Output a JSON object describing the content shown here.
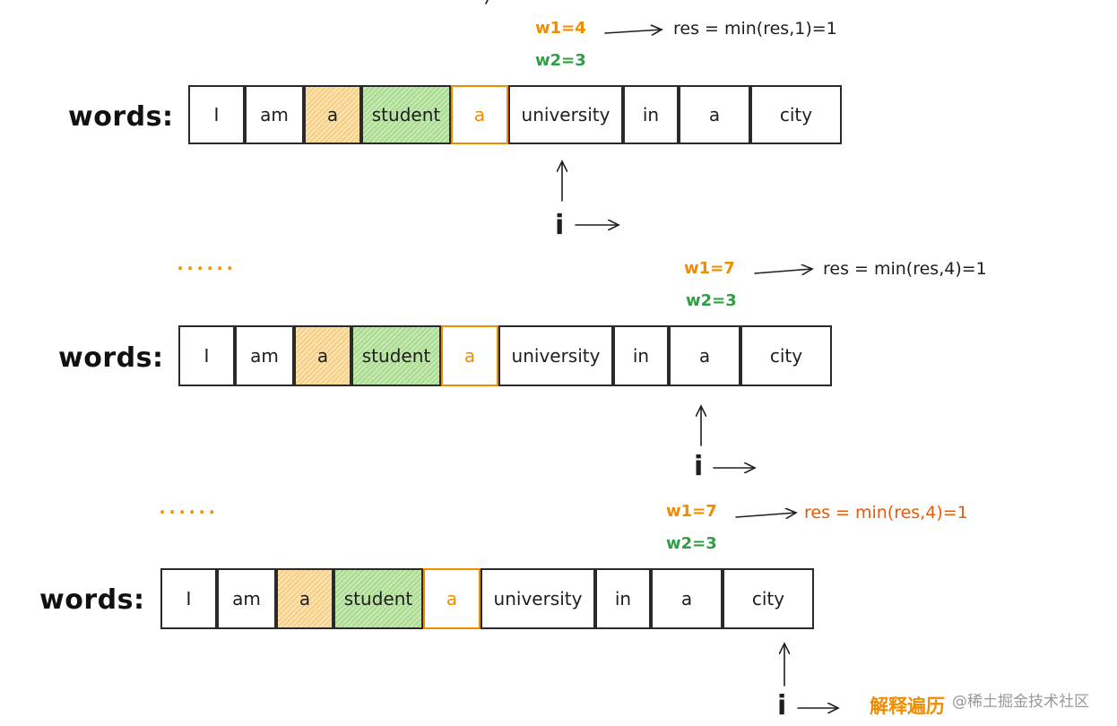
{
  "words_label": "words:",
  "words": [
    "I",
    "am",
    "a",
    "student",
    "a",
    "university",
    "in",
    "a",
    "city"
  ],
  "pointer_label": "i",
  "ellipsis": "......",
  "steps": [
    {
      "w1": "w1=4",
      "w2": "w2=3",
      "res": "res = min(res,1)=1",
      "res_color": "#1e1e1e"
    },
    {
      "w1": "w1=7",
      "w2": "w2=3",
      "res": "res = min(res,4)=1",
      "res_color": "#1e1e1e"
    },
    {
      "w1": "w1=7",
      "w2": "w2=3",
      "res": "res = min(res,4)=1",
      "res_color": "#e8590c"
    }
  ],
  "footer": {
    "caption": "解释遍历",
    "watermark": "@稀土掘金技术社区"
  },
  "colors": {
    "orange": "#f08c00",
    "green": "#2f9e44",
    "hatch_orange": "#f6cf85",
    "hatch_green": "#a9db8f"
  }
}
